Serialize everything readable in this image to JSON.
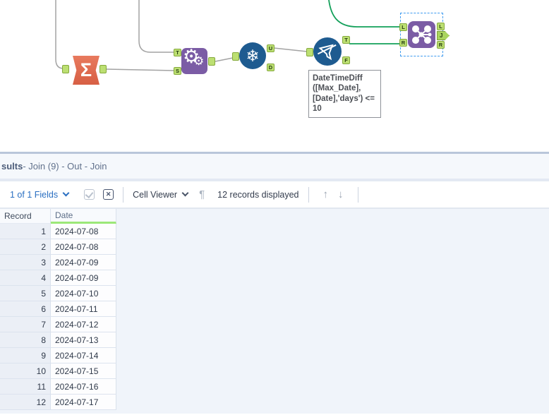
{
  "canvas": {
    "annotation_lines": [
      "DateTimeDiff",
      "([Max_Date],",
      "[Date],'days') <=",
      "10"
    ],
    "tools": {
      "summarize": {
        "glyph": "Σ"
      },
      "formula": {
        "glyph_large": "⚙",
        "glyph_small": "⚙",
        "in_top": "T",
        "in_bottom": "S"
      },
      "unique": {
        "glyph": "❄",
        "out_top": "U",
        "out_bottom": "D"
      },
      "filter": {
        "out_top": "T",
        "out_bottom": "F"
      },
      "join": {
        "in_top": "L",
        "in_bottom": "R",
        "out_top": "L",
        "out_mid": "J",
        "out_bottom": "R"
      }
    },
    "colors": {
      "tool_purple": "#7b5ca5",
      "tool_blue": "#1e5b90",
      "tool_orange": "#e06a50",
      "anchor_green": "#bcdf72",
      "wire_gray": "#a3a3a3",
      "wire_green": "#13a05a",
      "selection_blue": "#3f9bef"
    }
  },
  "results": {
    "title_bold": "sults",
    "title_rest": " - Join (9) - Out - Join",
    "toolbar": {
      "fields_dropdown": "1 of 1 Fields",
      "cell_viewer": "Cell Viewer",
      "records_displayed": "12 records displayed",
      "deselect_glyph": "✕",
      "paragraph_glyph": "¶",
      "up_glyph": "↑",
      "down_glyph": "↓"
    },
    "table": {
      "columns": [
        "Record",
        "Date"
      ],
      "header_accent": "#9ce878",
      "rows": [
        [
          "1",
          "2024-07-08"
        ],
        [
          "2",
          "2024-07-08"
        ],
        [
          "3",
          "2024-07-09"
        ],
        [
          "4",
          "2024-07-09"
        ],
        [
          "5",
          "2024-07-10"
        ],
        [
          "6",
          "2024-07-11"
        ],
        [
          "7",
          "2024-07-12"
        ],
        [
          "8",
          "2024-07-13"
        ],
        [
          "9",
          "2024-07-14"
        ],
        [
          "10",
          "2024-07-15"
        ],
        [
          "11",
          "2024-07-16"
        ],
        [
          "12",
          "2024-07-17"
        ]
      ]
    }
  }
}
